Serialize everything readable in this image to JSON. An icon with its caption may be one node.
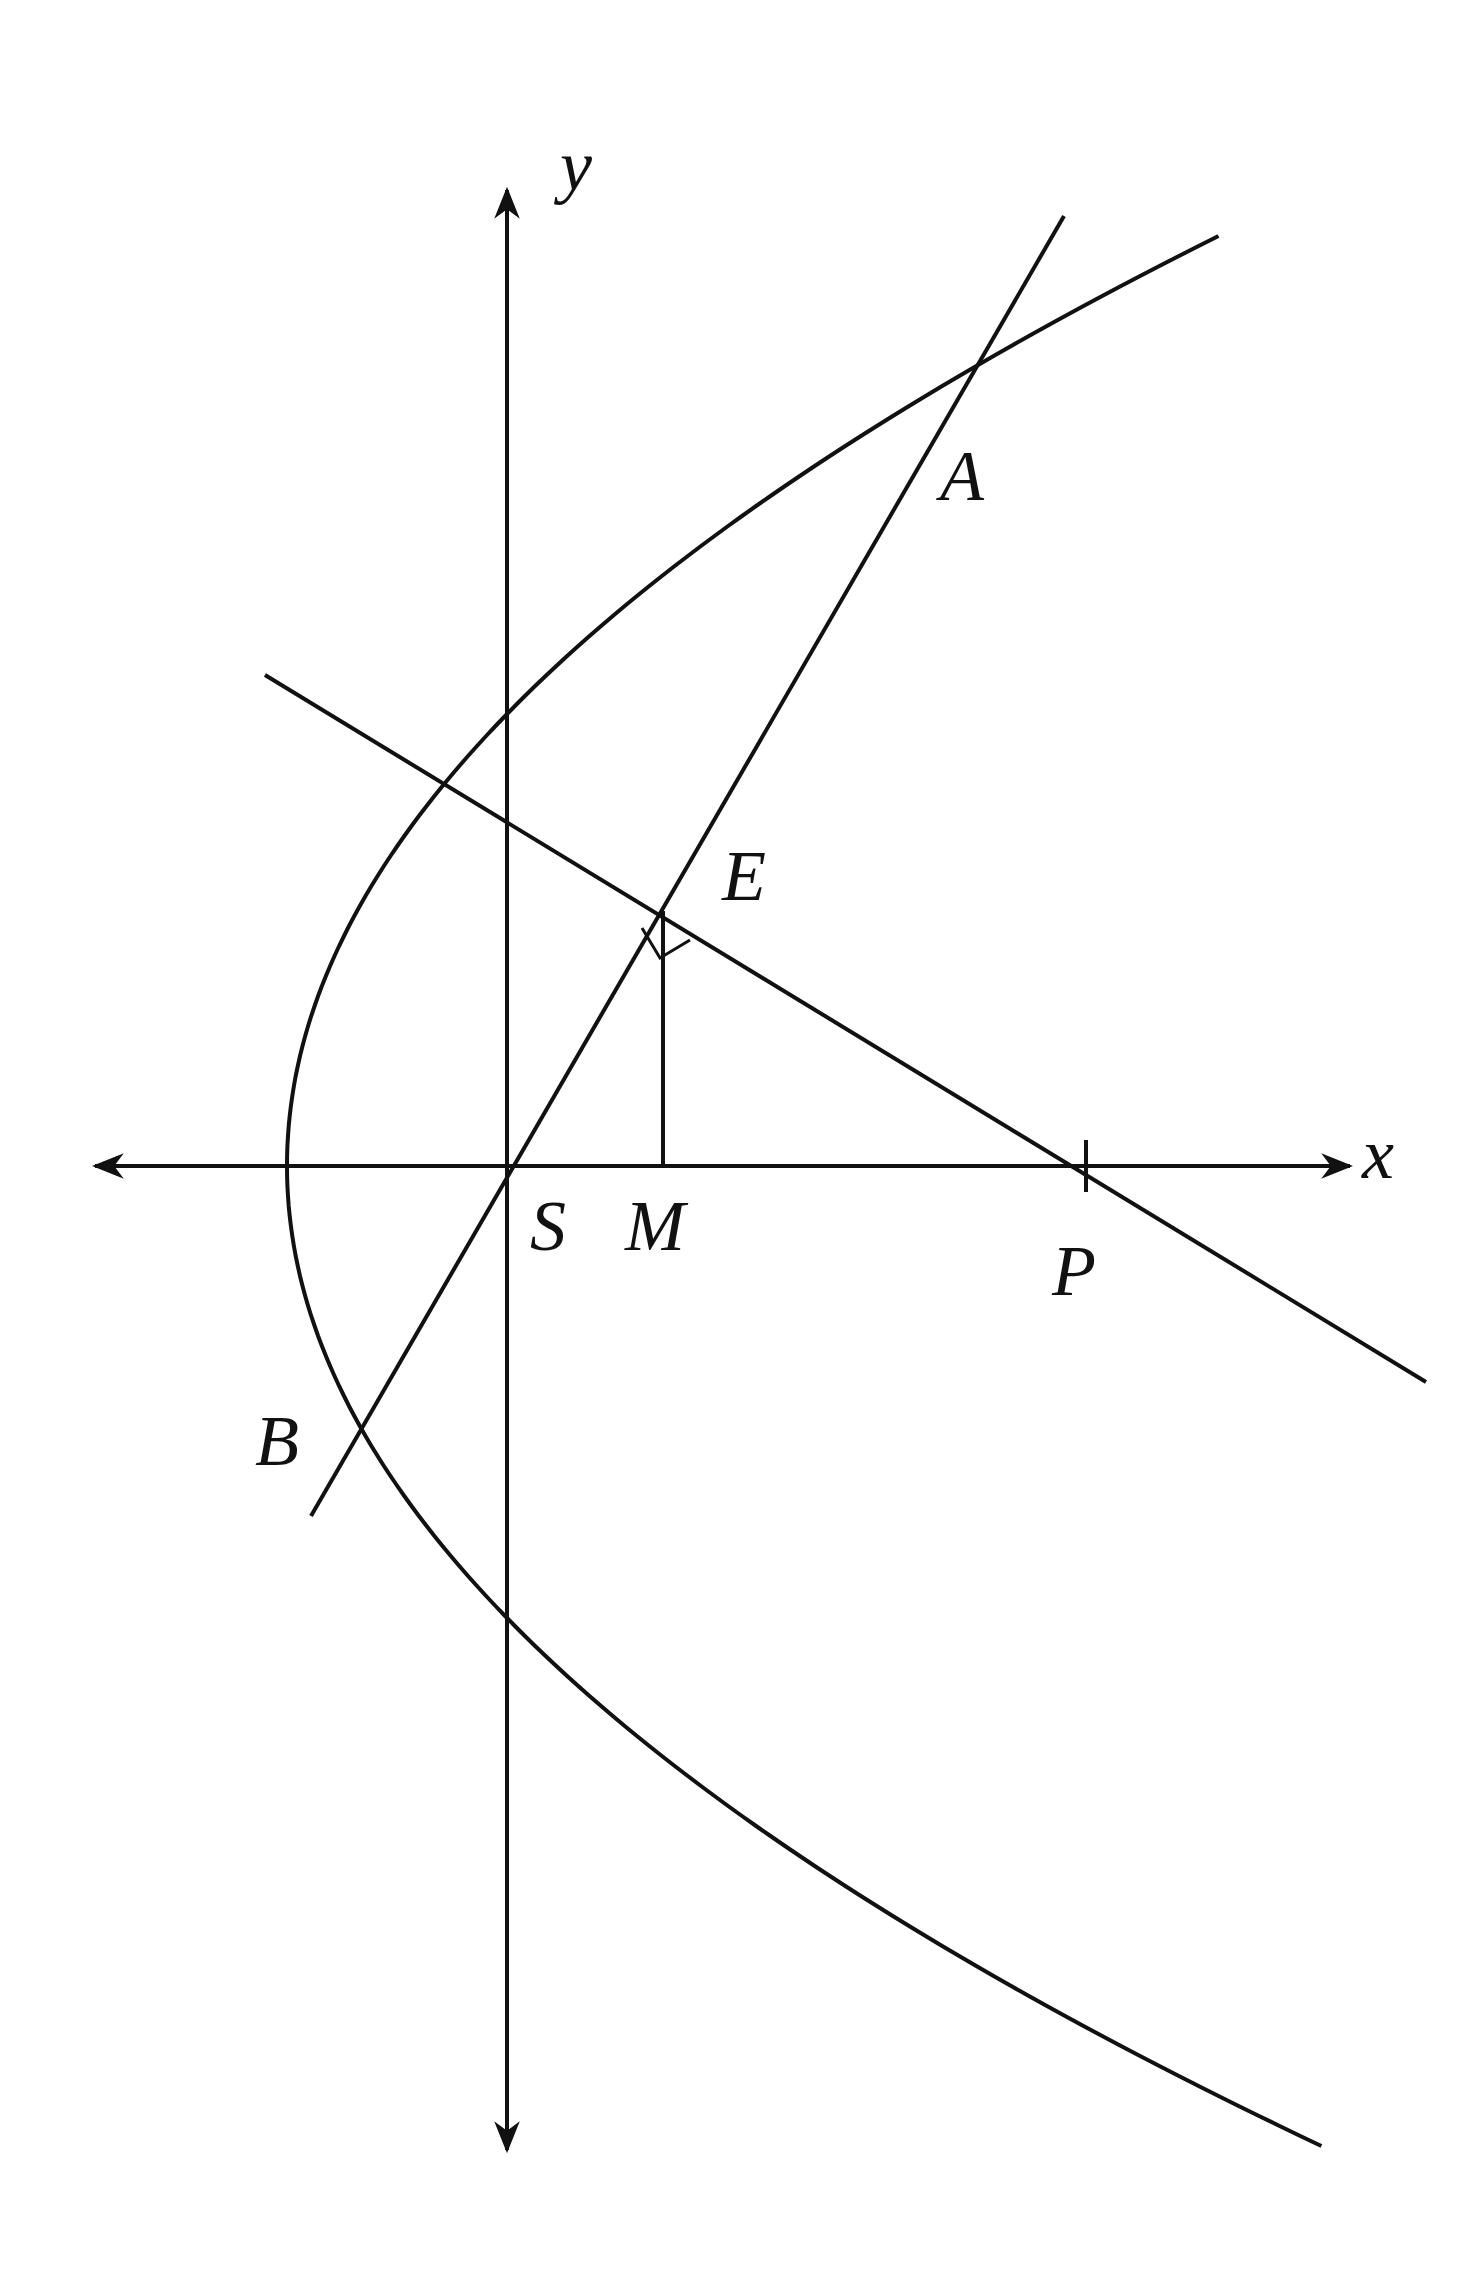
{
  "diagram": {
    "labels": [
      "y",
      "A",
      "E",
      "S",
      "M",
      "P",
      "x",
      "B"
    ]
  }
}
